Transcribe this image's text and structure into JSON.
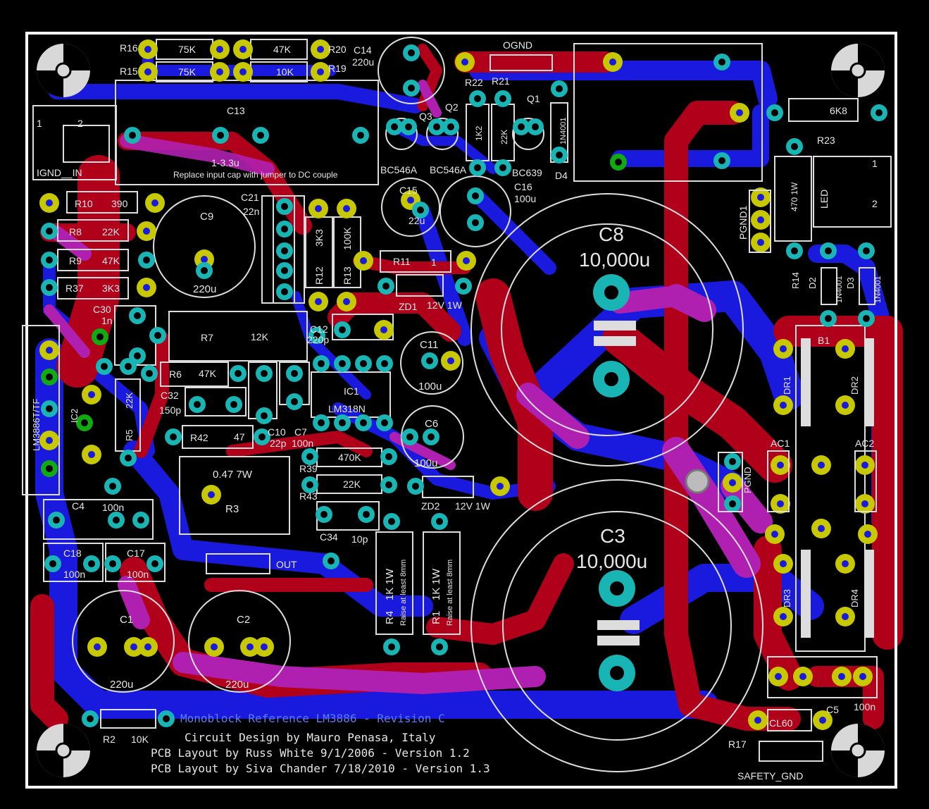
{
  "colors": {
    "background": "#000000",
    "board_outline": "#ffffff",
    "top_copper": "#b0001a",
    "bottom_copper": "#1a1adf",
    "overlap": "#b020b0",
    "pad_ring": "#c8c800",
    "via_cyan": "#19b4b4",
    "silkscreen": "#e6e6e6",
    "title_blue": "#5a7cff",
    "green_pad": "#11aa11"
  },
  "labels": {
    "R16": "R16",
    "R15": "R15",
    "R20": "R20",
    "R19": "R19",
    "C14": "C14",
    "C14_val": "220u",
    "R16_val": "75K",
    "R15_val": "75K",
    "R20_val": "47K",
    "R19_val": "10K",
    "OGND": "OGND",
    "R22": "R22",
    "R21": "R21",
    "Q1": "Q1",
    "Q2": "Q2",
    "Q3": "Q3",
    "C13": "C13",
    "C13_val": "1-3.3u",
    "C13_note": "Replace input cap with jumper to DC couple",
    "J1_pin1": "1",
    "J1_pin2": "2",
    "IGND_IN": "IGND__IN",
    "R10": "R10",
    "R10_val": "390",
    "R8": "R8",
    "R8_val": "22K",
    "R9": "R9",
    "R9_val": "47K",
    "R37": "R37",
    "R37_val": "3K3",
    "C9": "C9",
    "C9_val": "220u",
    "C21": "C21",
    "C21_val": "22n",
    "R12": "R12",
    "R12_val": "3K3",
    "R13": "R13",
    "R13_val": "100K",
    "BC546A_1": "BC546A",
    "BC546A_2": "BC546A",
    "BC639": "BC639",
    "D4": "D4",
    "D1_part": "1N4001",
    "C15": "C15",
    "C15_val": "22u",
    "C16": "C16",
    "C16_val": "100u",
    "R11": "R11",
    "R11_val": "1",
    "ZD1": "ZD1",
    "ZD1_val": "12V 1W",
    "C8": "C8",
    "C8_val": "10,000u",
    "C3": "C3",
    "C3_val": "10,000u",
    "R22_val": "1K2",
    "R21_val": "22K",
    "R23": "R23",
    "R23_val": "6K8",
    "R24_val": "470 1W",
    "LED": "LED",
    "J2_pin1": "1",
    "J2_pin2": "2",
    "PGND1": "PGND1",
    "R14": "R14",
    "D2": "D2",
    "D3": "D3",
    "D2_part": "1N4001",
    "D3_part": "1N4001",
    "C30": "C30",
    "C30_val": "1n",
    "R7": "R7",
    "R7_val": "12K",
    "C12": "C12",
    "C12_val": "220p",
    "C11": "C11",
    "C11_val": "100u",
    "C6": "C6",
    "C6_val": "100u",
    "R6": "R6",
    "R6_val": "47K",
    "IC1": "IC1",
    "IC1_part": "LM318N",
    "C32": "C32",
    "C32_val": "150p",
    "R5": "R5",
    "R5_val": "22K",
    "IC2": "IC2",
    "IC2_part": "LM3886T/TF",
    "R42": "R42",
    "R42_val": "47",
    "C10": "C10",
    "C10_val": "22p",
    "C7": "C7",
    "C7_val": "100n",
    "R39": "R39",
    "R39_val": "470K",
    "R43": "R43",
    "R43_val": "22K",
    "ZD2": "ZD2",
    "ZD2_val": "12V 1W",
    "PGND": "PGND",
    "R3": "R3",
    "R3_val": "0.47 7W",
    "C34": "C34",
    "C34_val": "10p",
    "C4": "C4",
    "C4_val": "100n",
    "C18": "C18",
    "C18_val": "100n",
    "C17": "C17",
    "C17_val": "100n",
    "OUT": "OUT",
    "R4": "R4",
    "R4_val": "1K 1W",
    "R4_note": "Raise at least 8mm",
    "R1": "R1",
    "R1_val": "1K 1W",
    "R1_note": "Raise at least 8mm",
    "B1": "B1",
    "DR1": "DR1",
    "DR2": "DR2",
    "DR3": "DR3",
    "DR4": "DR4",
    "AC1": "AC1",
    "AC2": "AC2",
    "C1": "C1",
    "C1_val": "220u",
    "C2": "C2",
    "C2_val": "220u",
    "R2": "R2",
    "R2_val": "10K",
    "C5": "C5",
    "C5_val": "100n",
    "R17": "R17",
    "R17_val": "CL60",
    "SAFETY_GND": "SAFETY_GND",
    "plus": "+"
  },
  "title_block": {
    "line1": "Monoblock Reference LM3886 - Revision C",
    "line2": "Circuit Design by Mauro Penasa, Italy",
    "line3": "PCB Layout by Russ White 9/1/2006 - Version 1.2",
    "line4": "PCB Layout by Siva Chander 7/18/2010 - Version 1.3"
  }
}
